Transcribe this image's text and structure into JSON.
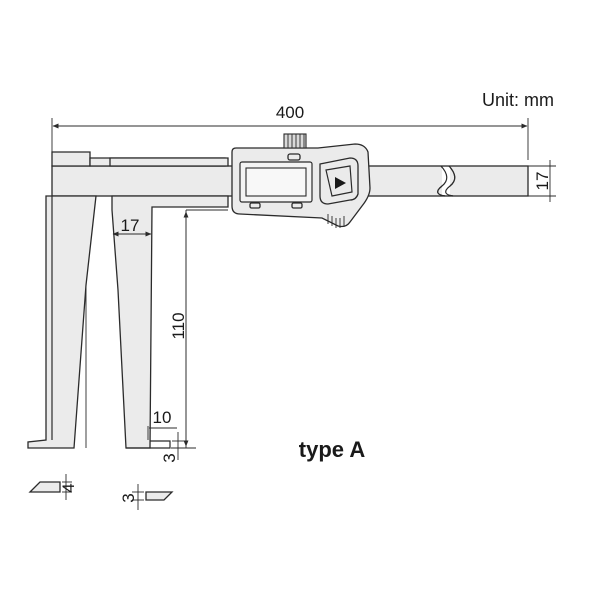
{
  "unit_label": "Unit: mm",
  "type_label": "type A",
  "dimensions": {
    "overall_length": "400",
    "beam_height": "17",
    "jaw_width": "17",
    "jaw_length": "110",
    "tip_width": "10",
    "tip_height": "3",
    "outer_tip_thickness": "4",
    "inner_tip_thickness": "3"
  },
  "display": {
    "button_icon": "play-triangle-icon",
    "thumbwheel_icon": "knurled-wheel-icon"
  }
}
